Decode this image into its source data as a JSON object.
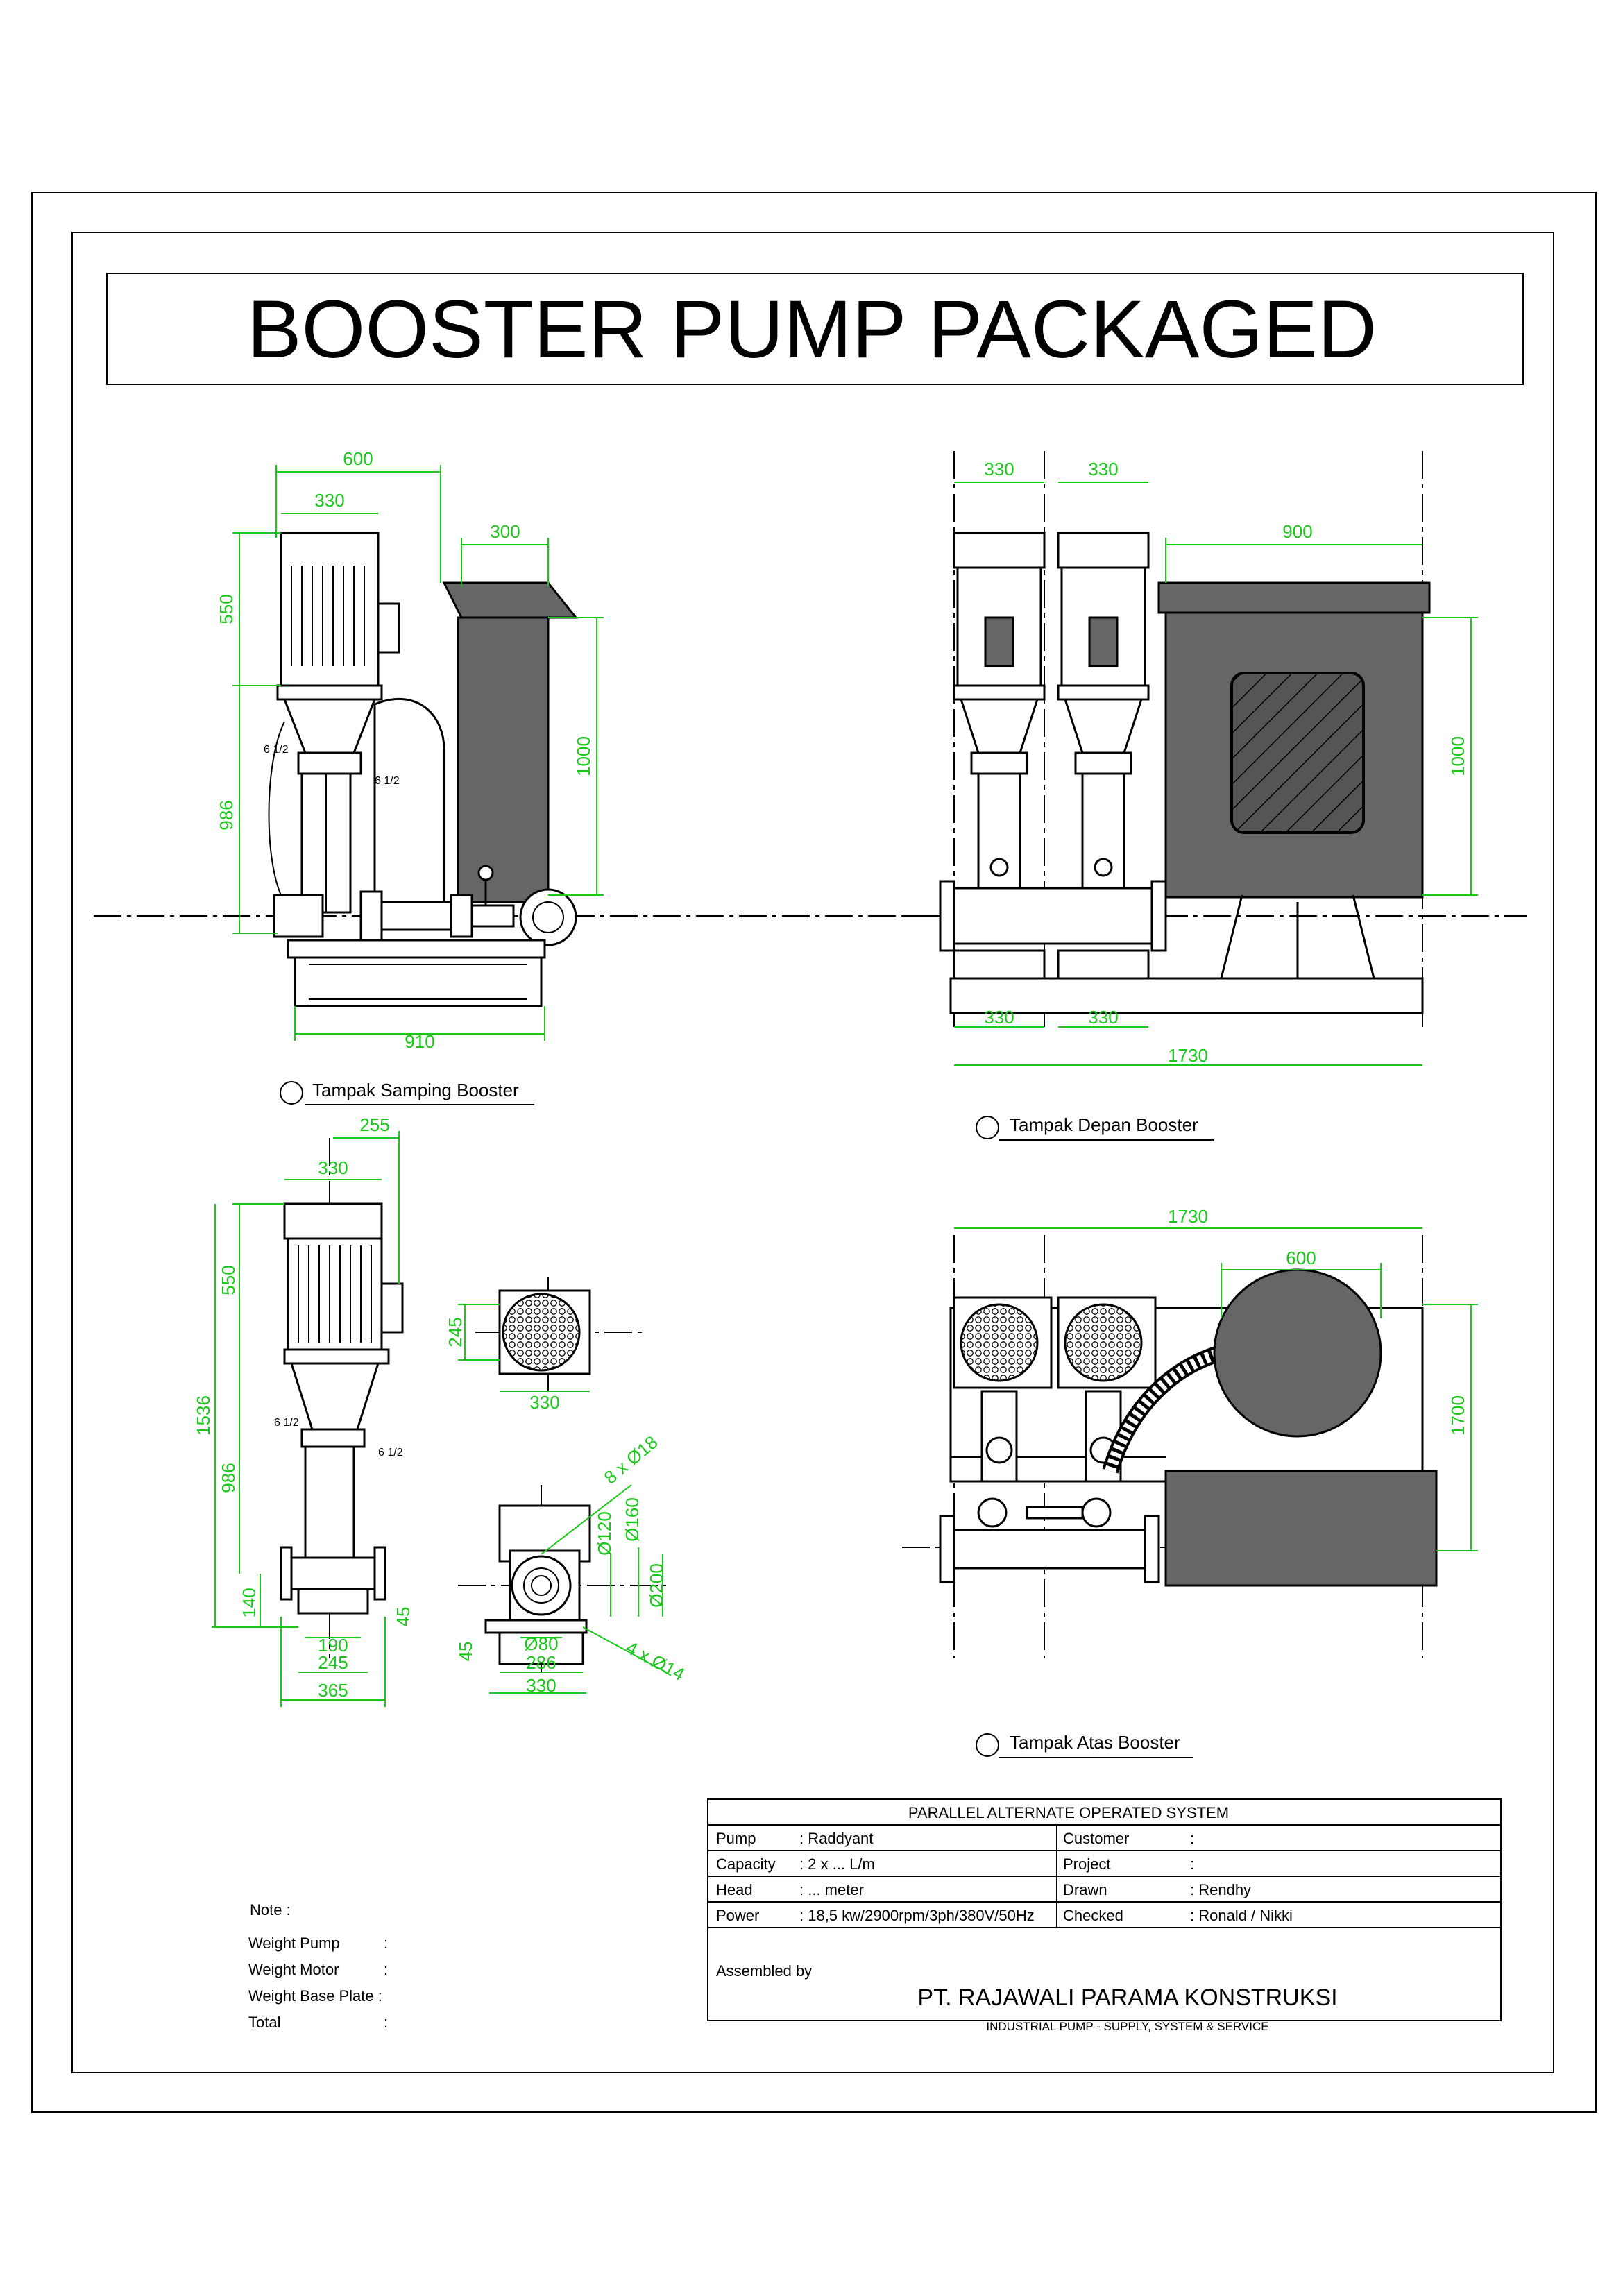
{
  "title": "BOOSTER PUMP PACKAGED",
  "views": {
    "side": "Tampak Samping Booster",
    "front": "Tampak Depan Booster",
    "top": "Tampak Atas Booster"
  },
  "dims": {
    "side_600": "600",
    "side_330": "330",
    "side_300": "300",
    "side_550": "550",
    "side_1000": "1000",
    "side_986": "986",
    "side_910": "910",
    "front_330a": "330",
    "front_330b": "330",
    "front_900": "900",
    "front_1000": "1000",
    "front_330c": "330",
    "front_330d": "330",
    "front_1730": "1730",
    "pump_255": "255",
    "pump_330": "330",
    "pump_550": "550",
    "pump_1536": "1536",
    "pump_986": "986",
    "pump_140": "140",
    "pump_190": "190",
    "pump_245": "245",
    "pump_365": "365",
    "pump_45a": "45",
    "head_245": "245",
    "head_330": "330",
    "flange_8x18": "8 x Ø18",
    "flange_120": "Ø120",
    "flange_160": "Ø160",
    "flange_200": "Ø200",
    "base_45": "45",
    "base_80": "Ø80",
    "base_286": "286",
    "base_330": "330",
    "base_4x14": "4 x Ø14",
    "top_1730": "1730",
    "top_600": "600",
    "top_1700": "1700",
    "small_label": "6 1/2"
  },
  "notes": {
    "heading": "Note :",
    "rows": [
      {
        "label": "Weight Pump",
        "sep": ":"
      },
      {
        "label": "Weight Motor",
        "sep": ":"
      },
      {
        "label": "Weight Base Plate :",
        "sep": ""
      },
      {
        "label": "Total",
        "sep": ":"
      }
    ]
  },
  "title_block": {
    "system": "PARALLEL ALTERNATE OPERATED SYSTEM",
    "rows": [
      {
        "k1": "Pump",
        "v1": ": Raddyant",
        "k2": "Customer",
        "v2": ":"
      },
      {
        "k1": "Capacity",
        "v1": ": 2 x ... L/m",
        "k2": "Project",
        "v2": ":"
      },
      {
        "k1": "Head",
        "v1": ": ... meter",
        "k2": "Drawn",
        "v2": ": Rendhy"
      },
      {
        "k1": "Power",
        "v1": ": 18,5 kw/2900rpm/3ph/380V/50Hz",
        "k2": "Checked",
        "v2": ": Ronald / Nikki"
      }
    ],
    "assembled_label": "Assembled by",
    "company": "PT. RAJAWALI PARAMA KONSTRUKSI",
    "tagline": "INDUSTRIAL PUMP - SUPPLY, SYSTEM & SERVICE"
  }
}
